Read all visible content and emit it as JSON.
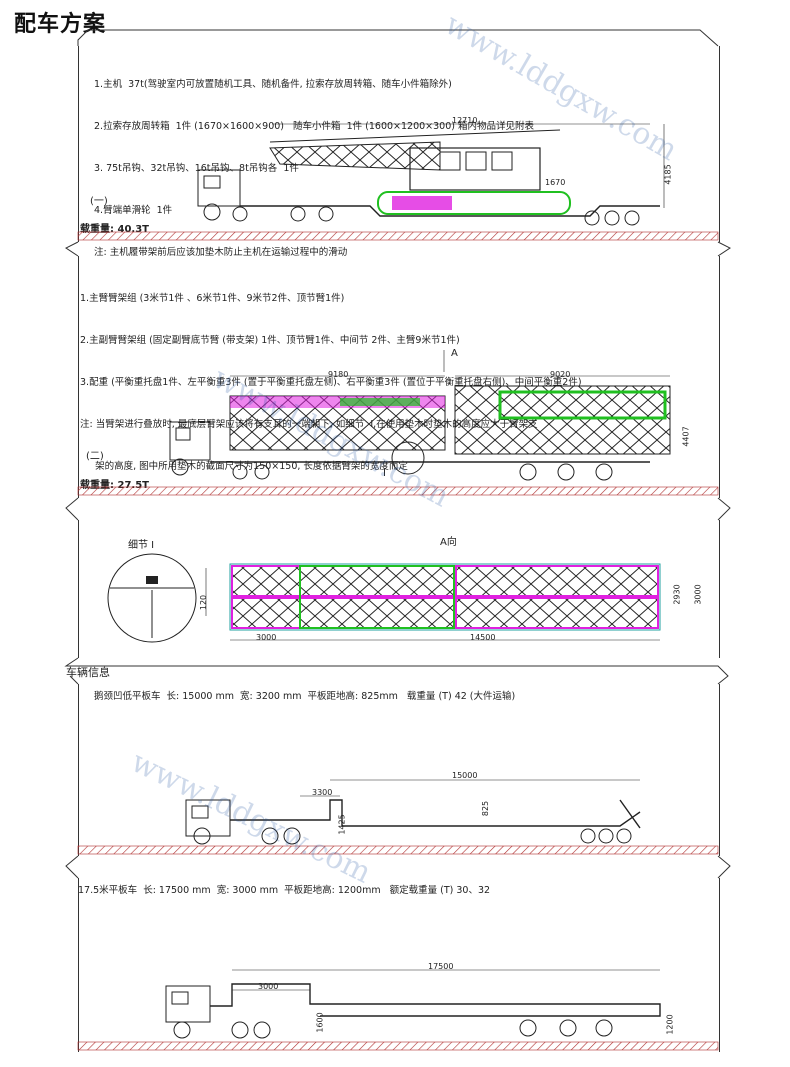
{
  "page": {
    "title": "配车方案"
  },
  "section1": {
    "notes": [
      "1.主机  37t(驾驶室内可放置随机工具、随机备件, 拉索存放周转箱、随车小件箱除外)",
      "2.拉索存放周转箱  1件 (1670×1600×900)   随车小件箱  1件 (1600×1200×300) 箱内物品详见附表",
      "3. 75t吊钩、32t吊钩、16t吊钩、8t吊钩各  1件",
      "4.臂端单滑轮  1件",
      "注: 主机履带架前后应该加垫木防止主机在运输过程中的滑动"
    ],
    "label": "(一)",
    "load": "载重量: 40.3T",
    "dims": {
      "length": "12710",
      "height": "4185",
      "gauge": "1670"
    }
  },
  "section2": {
    "notes": [
      "1.主臂臂架组 (3米节1件 、6米节1件、9米节2件、顶节臂1件)",
      "2.主副臂臂架组 (固定副臂底节臂 (带支架) 1件、顶节臂1件、中间节 2件、主臂9米节1件)",
      "3.配重 (平衡重托盘1件、左平衡重3件 (置于平衡重托盘左侧)、右平衡重3件 (置位于平衡重托盘右侧)、中间平衡重2件)",
      "注: 当臂架进行叠放时, 最底层臂架应该将有支耳的一端朝下, 如细节  I,在使用垫木时垫木的高度应大于臂架支",
      "     架的高度, 图中所用垫木的截面尺寸为150×150, 长度依据臂架的宽度而定"
    ],
    "label": "(二)",
    "load": "载重量: 27.5T",
    "dims": {
      "left": "9180",
      "right": "9020",
      "height": "4407"
    },
    "marker_a": "A",
    "marker_i": "I"
  },
  "section3": {
    "detail_label": "细节 I",
    "view_label": "A向",
    "dims": {
      "small": "120",
      "a": "3000",
      "b": "14500",
      "w1": "2930",
      "w2": "3000"
    }
  },
  "vehicle_info": {
    "heading": "车辆信息"
  },
  "section4": {
    "spec": "鹅颈凹低平板车  长: 15000 mm  宽: 3200 mm  平板距地高: 825mm   载重量 (T) 42 (大件运输)",
    "dims": {
      "total": "15000",
      "front": "3300",
      "deck": "825",
      "gooseneck": "1425"
    }
  },
  "section5": {
    "spec": "17.5米平板车  长: 17500 mm  宽: 3000 mm  平板距地高: 1200mm   额定载重量 (T) 30、32",
    "dims": {
      "total": "17500",
      "front": "3000",
      "deck": "1600",
      "rear": "1200"
    }
  },
  "colors": {
    "magenta": "#e020e0",
    "green": "#20c020",
    "hatch": "#b03030"
  },
  "watermark": {
    "text": "www.lddgxw.com"
  }
}
